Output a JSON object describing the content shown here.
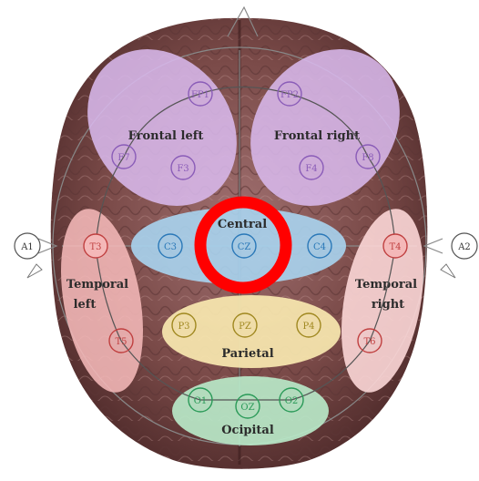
{
  "regions": {
    "frontal_left": {
      "label": "Frontal left",
      "color": "#d8b8ec"
    },
    "frontal_right": {
      "label": "Frontal right",
      "color": "#d8b8ec"
    },
    "central": {
      "label": "Central",
      "color": "#a9d4f0"
    },
    "temporal_left": {
      "label_line1": "Temporal",
      "label_line2": "left",
      "color": "#f4b8b8"
    },
    "temporal_right": {
      "label_line1": "Temporal",
      "label_line2": "right",
      "color": "#f8d4d4"
    },
    "parietal": {
      "label": "Parietal",
      "color": "#f8e8b0"
    },
    "occipital": {
      "label": "Ocipital",
      "color": "#b8e8c8"
    }
  },
  "electrodes": {
    "fp1": "FP1",
    "fp2": "FP2",
    "f7": "F7",
    "f3": "F3",
    "f4": "F4",
    "f8": "F8",
    "t3": "T3",
    "c3": "C3",
    "cz": "CZ",
    "c4": "C4",
    "t4": "T4",
    "t5": "T5",
    "p3": "P3",
    "pz": "PZ",
    "p4": "P4",
    "t6": "T6",
    "o1": "O1",
    "oz": "OZ",
    "o2": "O2"
  },
  "ears": {
    "left": "A1",
    "right": "A2"
  },
  "highlight": {
    "color": "#ff0000",
    "target": "cz"
  }
}
